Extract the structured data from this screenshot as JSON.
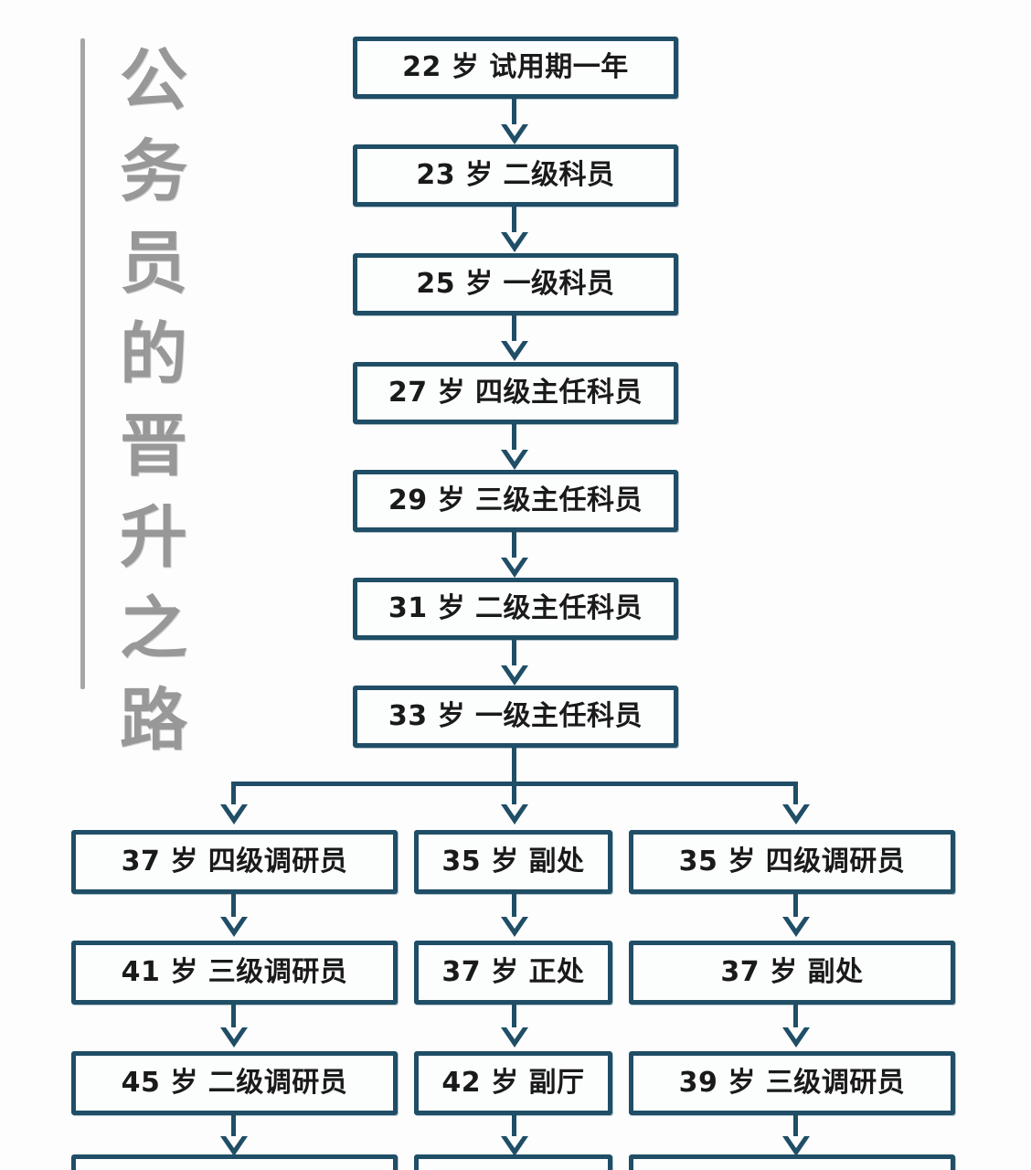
{
  "title": {
    "text": "公务员的晋升之路",
    "characters": [
      "公",
      "务",
      "员",
      "的",
      "晋",
      "升",
      "之",
      "路"
    ],
    "color": "#989898",
    "rule_color": "#a6a6a6"
  },
  "theme": {
    "box_border_color": "#1f4e66",
    "box_fill_color": "#fcfdfd",
    "connector_color": "#1f4e66",
    "background_color": "#fdfdfd",
    "label_color": "#1a1a1a"
  },
  "chart_data": {
    "type": "diagram",
    "title": "公务员的晋升之路",
    "orientation": "top-to-bottom",
    "trunk": [
      {
        "age": 22,
        "rank": "试用期一年",
        "label": "22 岁  试用期一年"
      },
      {
        "age": 23,
        "rank": "二级科员",
        "label": "23 岁  二级科员"
      },
      {
        "age": 25,
        "rank": "一级科员",
        "label": "25 岁  一级科员"
      },
      {
        "age": 27,
        "rank": "四级主任科员",
        "label": "27 岁  四级主任科员"
      },
      {
        "age": 29,
        "rank": "三级主任科员",
        "label": "29 岁  三级主任科员"
      },
      {
        "age": 31,
        "rank": "二级主任科员",
        "label": "31 岁  二级主任科员"
      },
      {
        "age": 33,
        "rank": "一级主任科员",
        "label": "33 岁  一级主任科员"
      }
    ],
    "branches": [
      {
        "name": "left-branch",
        "steps": [
          {
            "age": 37,
            "rank": "四级调研员",
            "label": "37 岁  四级调研员"
          },
          {
            "age": 41,
            "rank": "三级调研员",
            "label": "41 岁  三级调研员"
          },
          {
            "age": 45,
            "rank": "二级调研员",
            "label": "45 岁  二级调研员"
          }
        ]
      },
      {
        "name": "middle-branch",
        "steps": [
          {
            "age": 35,
            "rank": "副处",
            "label": "35 岁  副处"
          },
          {
            "age": 37,
            "rank": "正处",
            "label": "37 岁  正处"
          },
          {
            "age": 42,
            "rank": "副厅",
            "label": "42 岁  副厅"
          }
        ]
      },
      {
        "name": "right-branch",
        "steps": [
          {
            "age": 35,
            "rank": "四级调研员",
            "label": "35 岁  四级调研员"
          },
          {
            "age": 37,
            "rank": "副处",
            "label": "37 岁  副处"
          },
          {
            "age": 39,
            "rank": "三级调研员",
            "label": "39 岁  三级调研员"
          }
        ]
      }
    ],
    "truncated_bottom_row": true,
    "notes": "Bottom row of boxes is cut off at the image edge; only top borders visible."
  }
}
